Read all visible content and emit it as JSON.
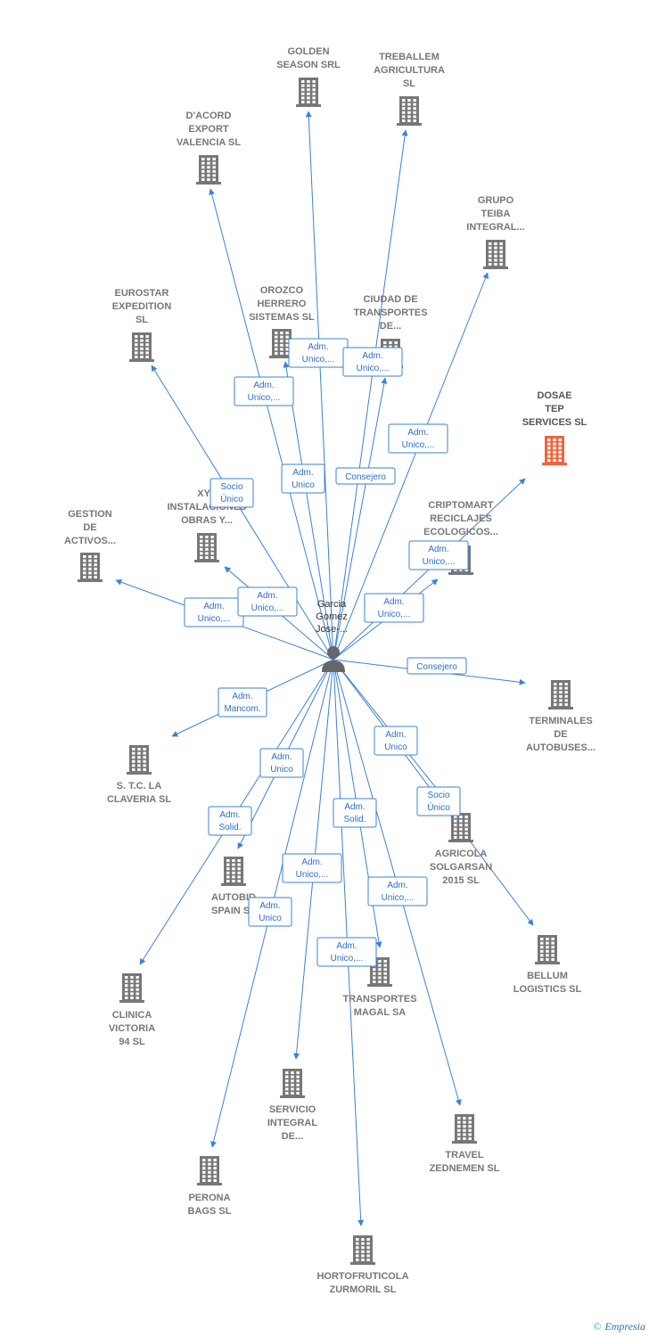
{
  "colors": {
    "edge": "#3b82d6",
    "building": "#777777",
    "building_highlight": "#f0643c",
    "person": "#666666",
    "edge_label_text": "#2a6fc9"
  },
  "center": {
    "icon": "person-icon",
    "label": [
      "Garcia",
      "Gomez",
      "Jose-..."
    ]
  },
  "nodes": [
    {
      "id": "golden-season",
      "label": [
        "GOLDEN",
        "SEASON SRL"
      ],
      "icon": "building-icon"
    },
    {
      "id": "treballem",
      "label": [
        "TREBALLEM",
        "AGRICULTURA",
        "SL"
      ],
      "icon": "building-icon"
    },
    {
      "id": "dacord",
      "label": [
        "D'ACORD",
        "EXPORT",
        "VALENCIA  SL"
      ],
      "icon": "building-icon"
    },
    {
      "id": "grupo-teiba",
      "label": [
        "GRUPO",
        "TEIBA",
        "INTEGRAL..."
      ],
      "icon": "building-icon"
    },
    {
      "id": "eurostar",
      "label": [
        "EUROSTAR",
        "EXPEDITION",
        "SL"
      ],
      "icon": "building-icon"
    },
    {
      "id": "orozco",
      "label": [
        "OROZCO",
        "HERRERO",
        "SISTEMAS  SL"
      ],
      "icon": "building-icon"
    },
    {
      "id": "ciudad-transportes",
      "label": [
        "CIUDAD DE",
        "TRANSPORTES",
        "DE..."
      ],
      "icon": "building-icon"
    },
    {
      "id": "dosae",
      "label": [
        "DOSAE",
        "TEP",
        "SERVICES  SL"
      ],
      "icon": "building-icon",
      "highlight": true
    },
    {
      "id": "gestion",
      "label": [
        "GESTION",
        "DE",
        "ACTIVOS..."
      ],
      "icon": "building-icon"
    },
    {
      "id": "xyz",
      "label": [
        "XYZ",
        "INSTALACIONES",
        "OBRAS Y..."
      ],
      "icon": "building-icon"
    },
    {
      "id": "criptomart",
      "label": [
        "CRIPTOMART",
        "RECICLAJES",
        "ECOLOGICOS..."
      ],
      "icon": "building-icon"
    },
    {
      "id": "terminales",
      "label": [
        "TERMINALES",
        "DE",
        "AUTOBUSES..."
      ],
      "icon": "building-icon"
    },
    {
      "id": "stc",
      "label": [
        "S. T.C. LA",
        "CLAVERIA  SL"
      ],
      "icon": "building-icon"
    },
    {
      "id": "agricola",
      "label": [
        "AGRICOLA",
        "SOLGARSAN",
        "2015  SL"
      ],
      "icon": "building-icon"
    },
    {
      "id": "autobid",
      "label": [
        "AUTOBID",
        "SPAIN  SL"
      ],
      "icon": "building-icon"
    },
    {
      "id": "bellum",
      "label": [
        "BELLUM",
        "LOGISTICS SL"
      ],
      "icon": "building-icon"
    },
    {
      "id": "clinica",
      "label": [
        "CLINICA",
        "VICTORIA",
        "94 SL"
      ],
      "icon": "building-icon"
    },
    {
      "id": "transportes-magal",
      "label": [
        "TRANSPORTES",
        "MAGAL SA"
      ],
      "icon": "building-icon"
    },
    {
      "id": "servicio",
      "label": [
        "SERVICIO",
        "INTEGRAL",
        "DE..."
      ],
      "icon": "building-icon"
    },
    {
      "id": "travel",
      "label": [
        "TRAVEL",
        "ZEDNEMEN  SL"
      ],
      "icon": "building-icon"
    },
    {
      "id": "perona",
      "label": [
        "PERONA",
        "BAGS  SL"
      ],
      "icon": "building-icon"
    },
    {
      "id": "hortofruticola",
      "label": [
        "HORTOFRUTICOLA",
        "ZURMORIL  SL"
      ],
      "icon": "building-icon"
    }
  ],
  "edge_labels": [
    {
      "id": "golden-season",
      "label": [
        "Adm.",
        "Unico,..."
      ]
    },
    {
      "id": "treballem",
      "label": [
        "Adm.",
        "Unico,..."
      ]
    },
    {
      "id": "dacord",
      "label": [
        "Adm.",
        "Unico,..."
      ]
    },
    {
      "id": "grupo-teiba",
      "label": [
        "Adm.",
        "Unico,..."
      ]
    },
    {
      "id": "eurostar",
      "label": [
        "Socio",
        "Único"
      ]
    },
    {
      "id": "orozco",
      "label": [
        "Adm.",
        "Unico"
      ]
    },
    {
      "id": "ciudad-transportes",
      "label": [
        "Consejero"
      ]
    },
    {
      "id": "dosae",
      "label": [
        "Adm.",
        "Unico,..."
      ]
    },
    {
      "id": "gestion",
      "label": [
        "Adm.",
        "Unico,..."
      ]
    },
    {
      "id": "xyz",
      "label": [
        "Adm.",
        "Unico,..."
      ]
    },
    {
      "id": "criptomart",
      "label": [
        "Adm.",
        "Unico,..."
      ]
    },
    {
      "id": "terminales",
      "label": [
        "Consejero"
      ]
    },
    {
      "id": "stc",
      "label": [
        "Adm.",
        "Mancom."
      ]
    },
    {
      "id": "agricola",
      "label": [
        "Adm.",
        "Unico"
      ]
    },
    {
      "id": "bellum",
      "label": [
        "Socio",
        "Único"
      ]
    },
    {
      "id": "autobid",
      "label": [
        "Adm.",
        "Unico"
      ]
    },
    {
      "id": "clinica",
      "label": [
        "Adm.",
        "Solid."
      ]
    },
    {
      "id": "transportes-magal",
      "label": [
        "Adm.",
        "Solid."
      ]
    },
    {
      "id": "servicio",
      "label": [
        "Adm.",
        "Unico,..."
      ]
    },
    {
      "id": "travel",
      "label": [
        "Adm.",
        "Unico,..."
      ]
    },
    {
      "id": "perona",
      "label": [
        "Adm.",
        "Unico"
      ]
    },
    {
      "id": "hortofruticola",
      "label": [
        "Adm.",
        "Unico,..."
      ]
    }
  ],
  "footer": {
    "copyright_symbol": "©",
    "brand": "Empresia"
  }
}
